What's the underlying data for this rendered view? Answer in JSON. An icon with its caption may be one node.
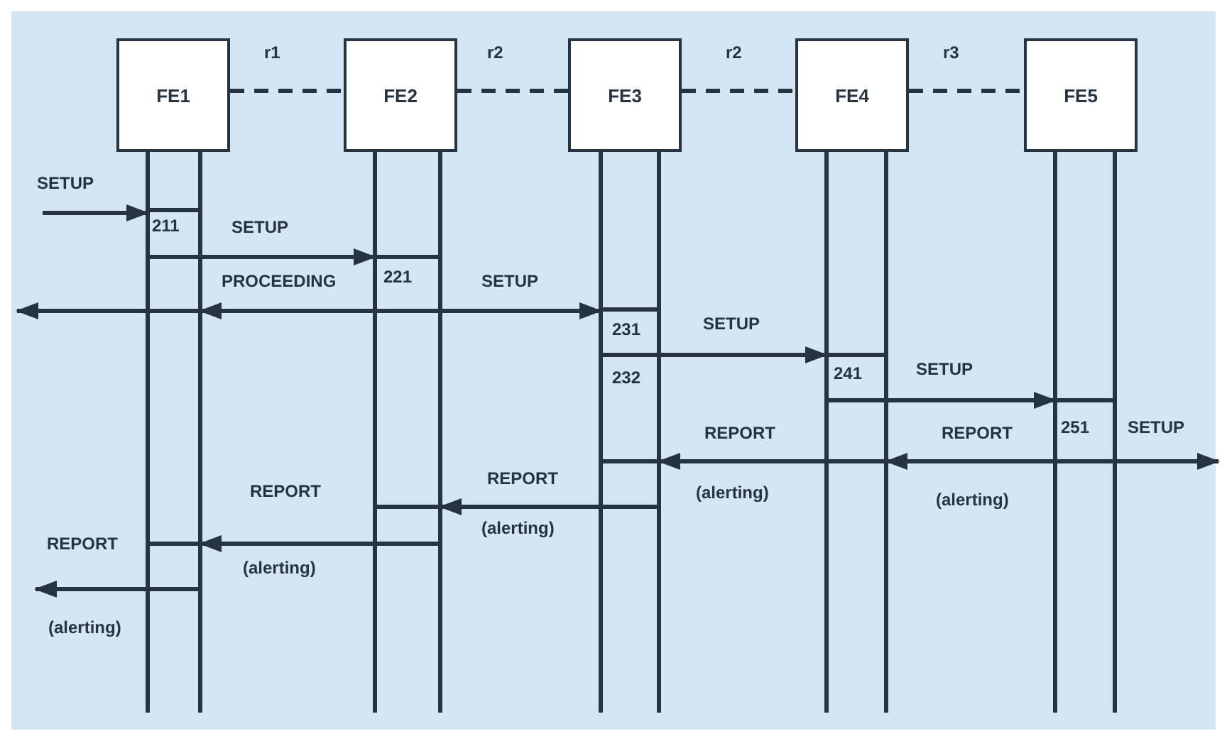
{
  "diagram": {
    "nodes": [
      {
        "text": [
          "FE1"
        ]
      },
      {
        "text": [
          "FE2"
        ]
      },
      {
        "text": [
          "FE3"
        ]
      },
      {
        "text": [
          "FE4"
        ]
      },
      {
        "text": [
          "FE5"
        ]
      }
    ],
    "edges": [
      {
        "from": 0,
        "to": 1,
        "arrow": "none",
        "style": "dashed",
        "label": "r1"
      },
      {
        "from": 1,
        "to": 2,
        "arrow": "none",
        "style": "dashed",
        "label": "r2"
      },
      {
        "from": 2,
        "to": 3,
        "arrow": "none",
        "style": "dashed",
        "label": "r2"
      },
      {
        "from": 3,
        "to": 4,
        "arrow": "none",
        "style": "dashed",
        "label": "r3"
      },
      {
        "from": null,
        "to": 0,
        "arrow": "to",
        "label": "SETUP"
      },
      {
        "from": 0,
        "to": 1,
        "arrow": "to",
        "label": "SETUP"
      },
      {
        "from": 1,
        "to": 0,
        "arrow": "to",
        "label": "PROCEEDING"
      },
      {
        "from": 0,
        "to": null,
        "arrow": "to"
      },
      {
        "from": 1,
        "to": 2,
        "arrow": "to",
        "label": "SETUP"
      },
      {
        "from": 2,
        "to": 3,
        "arrow": "to",
        "label": "SETUP"
      },
      {
        "from": 3,
        "to": 4,
        "arrow": "to",
        "label": "SETUP"
      },
      {
        "from": 4,
        "to": null,
        "arrow": "to",
        "label": "SETUP"
      },
      {
        "from": 4,
        "to": 3,
        "arrow": "to",
        "label": "REPORT"
      },
      {
        "from": 3,
        "to": 2,
        "arrow": "to",
        "label": "REPORT"
      },
      {
        "from": 2,
        "to": 1,
        "arrow": "to",
        "label": "REPORT"
      },
      {
        "from": 1,
        "to": 0,
        "arrow": "to",
        "label": "REPORT"
      },
      {
        "from": 0,
        "to": null,
        "arrow": "to",
        "label": "REPORT"
      }
    ],
    "labels": [
      "211",
      "221",
      "231",
      "232",
      "241",
      "251",
      "(alerting)",
      "(alerting)",
      "(alerting)",
      "(alerting)",
      "(alerting)"
    ]
  }
}
